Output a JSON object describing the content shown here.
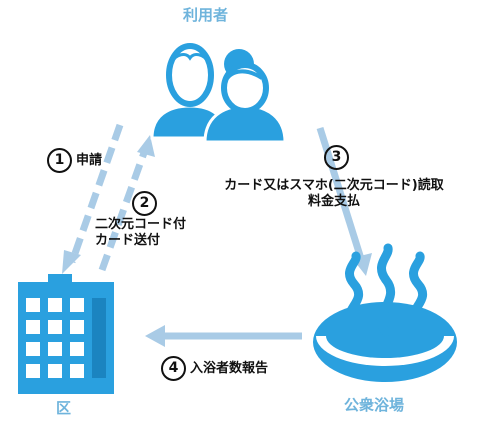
{
  "nodes": {
    "user": "利用者",
    "ward": "区",
    "bath": "公衆浴場"
  },
  "steps": [
    {
      "num": "1",
      "text": "申請"
    },
    {
      "num": "2",
      "line1": "二次元コード付",
      "line2": "カード送付"
    },
    {
      "num": "3",
      "line1": "カード又はスマホ(二次元コード)読取",
      "line2": "料金支払"
    },
    {
      "num": "4",
      "text": "入浴者数報告"
    }
  ],
  "colors": {
    "accent": "#2aa0df",
    "arrow": "#a9cbe6",
    "node_label": "#6fb4dc",
    "text": "#111111"
  },
  "icons": [
    "two-people-icon",
    "building-icon",
    "hot-spring-icon"
  ]
}
